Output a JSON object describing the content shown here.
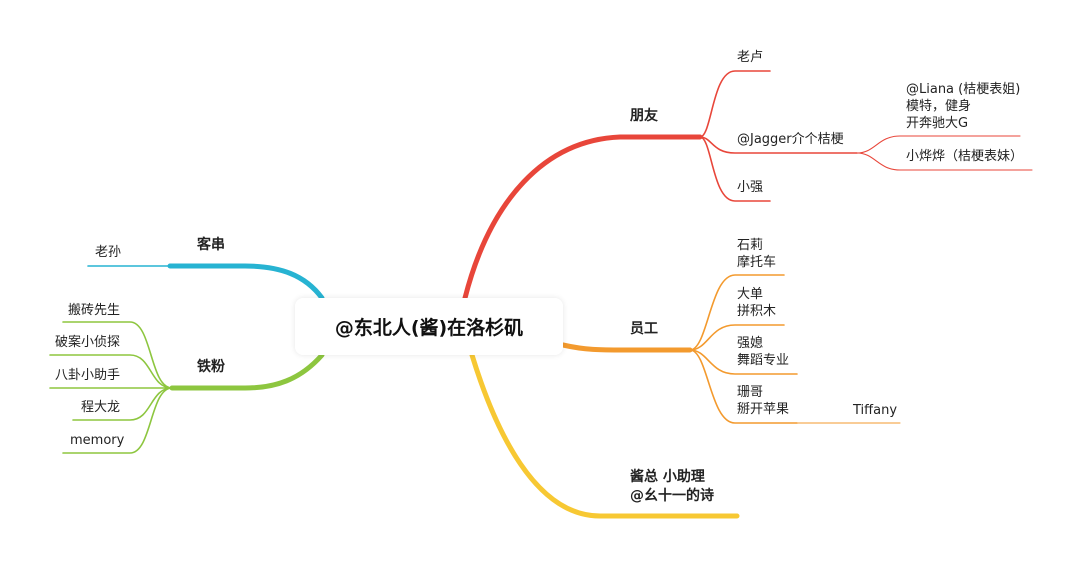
{
  "center": "@东北人(酱)在洛杉矶",
  "colors": {
    "red": "#e8463a",
    "orange": "#f39a2e",
    "yellow": "#f7c833",
    "blue": "#27b3d2",
    "green": "#8dc63f"
  },
  "branches": {
    "friends": {
      "label": "朋友",
      "children": {
        "lao_lu": "老卢",
        "jagger": "@Jagger介个桔梗",
        "xiao_qiang": "小强"
      },
      "jagger_children": {
        "liana": [
          "@Liana (桔梗表姐)",
          "模特，健身",
          "开奔驰大G"
        ],
        "xiao_yeye": "小烨烨（桔梗表妹）"
      }
    },
    "staff": {
      "label": "员工",
      "children": {
        "shi_li": [
          "石莉",
          "摩托车"
        ],
        "da_dan": [
          "大单",
          "拼积木"
        ],
        "qiang_xi": [
          "强媳",
          "舞蹈专业"
        ],
        "shan_ge": [
          "珊哥",
          "掰开苹果"
        ]
      },
      "shan_ge_child": "Tiffany"
    },
    "sauce_boss": {
      "lines": [
        "酱总 小助理",
        "@幺十一的诗"
      ]
    },
    "guests": {
      "label": "客串",
      "children": [
        "老孙"
      ]
    },
    "fans": {
      "label": "铁粉",
      "children": [
        "搬砖先生",
        "破案小侦探",
        "八卦小助手",
        "程大龙",
        "memory"
      ]
    }
  }
}
